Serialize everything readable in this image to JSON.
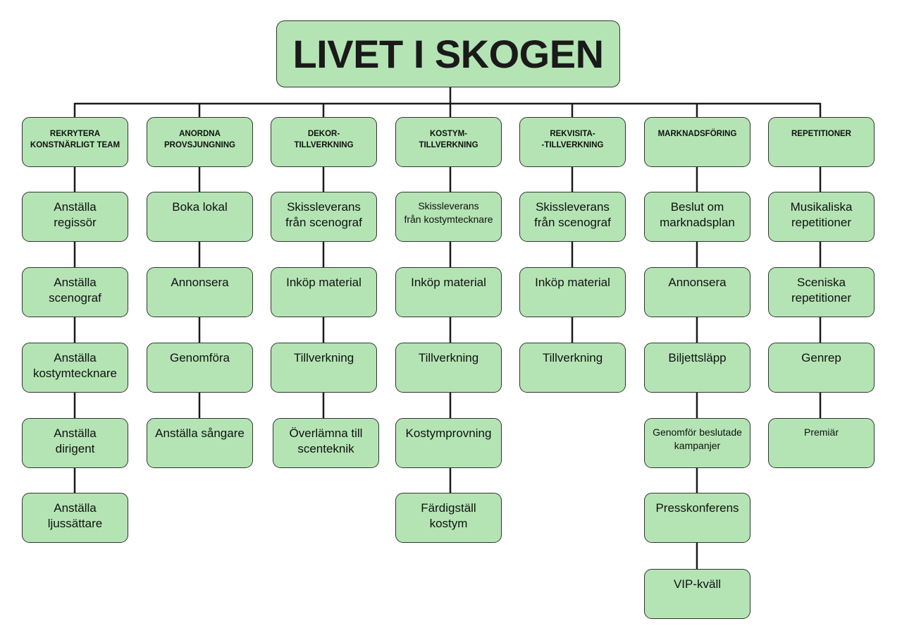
{
  "root": {
    "label": "LIVET I SKOGEN"
  },
  "columns": [
    {
      "header": "REKRYTERA\nKONSTNÄRLIGT TEAM",
      "tasks": [
        "Anställa\nregissör",
        "Anställa\nscenograf",
        "Anställa\nkostymtecknare",
        "Anställa\ndirigent",
        "Anställa\nljussättare"
      ]
    },
    {
      "header": "ANORDNA\nPROVSJUNGNING",
      "tasks": [
        "Boka lokal",
        "Annonsera",
        "Genomföra",
        "Anställa sångare"
      ]
    },
    {
      "header": "DEKOR-\nTILLVERKNING",
      "tasks": [
        "Skissleverans\nfrån scenograf",
        "Inköp material",
        "Tillverkning",
        "Överlämna till\nscenteknik"
      ]
    },
    {
      "header": "KOSTYM-\nTILLVERKNING",
      "tasks": [
        "Skissleverans\nfrån kostymtecknare",
        "Inköp material",
        "Tillverkning",
        "Kostymprovning",
        "Färdigställ\nkostym"
      ]
    },
    {
      "header": "REKVISITA-\n-TILLVERKNING",
      "tasks": [
        "Skissleverans\nfrån scenograf",
        "Inköp material",
        "Tillverkning"
      ]
    },
    {
      "header": "MARKNADSFÖRING",
      "tasks": [
        "Beslut om\nmarknadsplan",
        "Annonsera",
        "Biljettsläpp",
        "Genomför beslutade\nkampanjer",
        "Presskonferens",
        "VIP-kväll"
      ]
    },
    {
      "header": "REPETITIONER",
      "tasks": [
        "Musikaliska\nrepetitioner",
        "Sceniska\nrepetitioner",
        "Genrep",
        "Premiär"
      ]
    }
  ]
}
